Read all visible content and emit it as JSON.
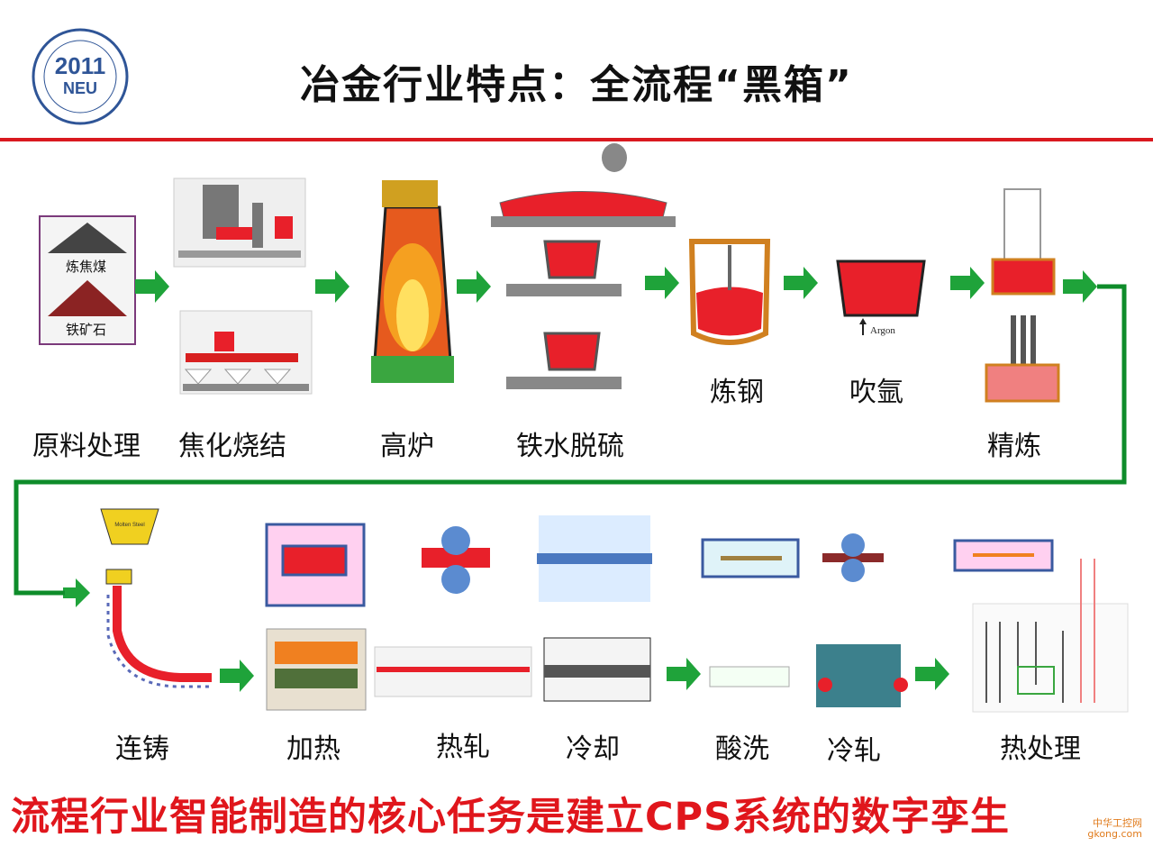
{
  "title": "冶金行业特点：全流程“黑箱”",
  "logo": {
    "year": "2011",
    "org": "NEU"
  },
  "materials": {
    "coal": "炼焦煤",
    "ore": "铁矿石"
  },
  "steps_row1": [
    {
      "id": "raw",
      "label": "原料处理"
    },
    {
      "id": "sinter",
      "label": "焦化烧结"
    },
    {
      "id": "bf",
      "label": "高炉"
    },
    {
      "id": "desulf",
      "label": "铁水脱硫"
    },
    {
      "id": "steel",
      "label": "炼钢"
    },
    {
      "id": "argon",
      "label": "吹氩"
    },
    {
      "id": "refine",
      "label": "精炼"
    }
  ],
  "steps_row2": [
    {
      "id": "cast",
      "label": "连铸"
    },
    {
      "id": "heat",
      "label": "加热"
    },
    {
      "id": "hotroll",
      "label": "热轧"
    },
    {
      "id": "cool",
      "label": "冷却"
    },
    {
      "id": "pickle",
      "label": "酸洗"
    },
    {
      "id": "coldroll",
      "label": "冷轧"
    },
    {
      "id": "heattreat",
      "label": "热处理"
    }
  ],
  "argon_tag": "Argon",
  "ladle_tag": "Molten Steel",
  "footer": "流程行业智能制造的核心任务是建立CPS系统的数字孪生",
  "watermark": {
    "line1": "中华工控网",
    "line2": "gkong.com"
  },
  "colors": {
    "accent": "#d9191f",
    "arrow": "#1fa33a",
    "connector": "#0e8c2a",
    "molten": "#e8202a"
  }
}
